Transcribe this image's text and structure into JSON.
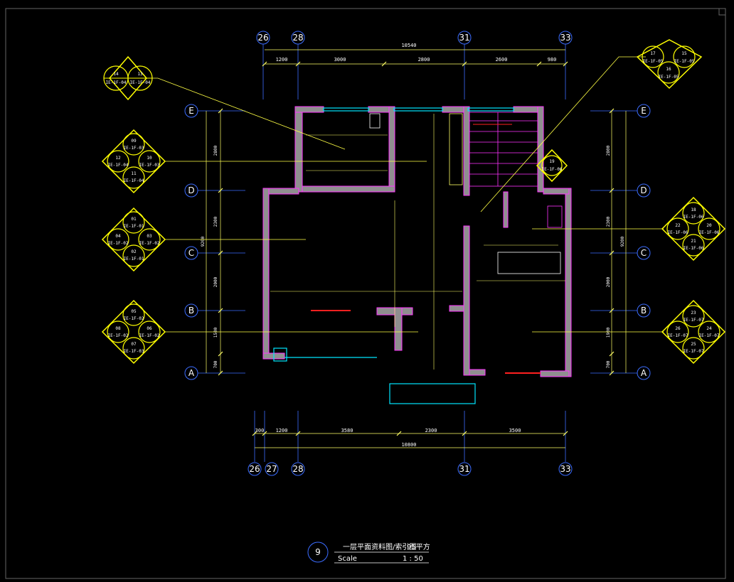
{
  "colors": {
    "wall": "#9a9a9a",
    "wall_edge": "#ff33ff",
    "dim": "#ffff66",
    "grid": "#3b6cff",
    "leader": "#ffff44",
    "tag": "#ffff00",
    "window": "#00e5ff"
  },
  "top_axes": [
    "26",
    "28",
    "31",
    "33"
  ],
  "bottom_axes": [
    "26",
    "27",
    "28",
    "31",
    "33"
  ],
  "left_axes": [
    "E",
    "D",
    "C",
    "B",
    "A"
  ],
  "right_axes": [
    "E",
    "D",
    "C",
    "B",
    "A"
  ],
  "dims": {
    "top_total": "10540",
    "top_segments": [
      "1200",
      "3000",
      "2800",
      "2600",
      "980"
    ],
    "bottom_total": "10800",
    "bottom_segments": [
      "300",
      "1200",
      "3580",
      "2300",
      "3500"
    ],
    "left_total": "9200",
    "left_segments": [
      "2800",
      "2300",
      "2000",
      "1500",
      "700"
    ],
    "right_total": "9200",
    "right_segments": [
      "2800",
      "2300",
      "2000",
      "1900",
      "700"
    ]
  },
  "tags": {
    "t_14_13": {
      "top": [
        "14",
        "13"
      ],
      "codes": [
        "IE-1F-04",
        "IE-1F-04"
      ]
    },
    "t_09": {
      "n": [
        "09",
        "12",
        "10",
        "11"
      ],
      "codes": [
        "IE-1F-03",
        "IE-1F-04",
        "IE-1F-03",
        "IE-1F-04"
      ]
    },
    "t_01": {
      "n": [
        "01",
        "04",
        "03",
        "02"
      ],
      "codes": [
        "IE-1F-01",
        "IE-1F-02",
        "IE-1F-02",
        "IE-1F-01"
      ]
    },
    "t_05": {
      "n": [
        "05",
        "08",
        "06",
        "07"
      ],
      "codes": [
        "IE-1F-02",
        "IE-1F-02",
        "IE-1F-02",
        "IE-1F-03"
      ]
    },
    "t_17": {
      "n": [
        "17",
        "15",
        "16"
      ],
      "codes": [
        "IE-1F-05",
        "IE-1F-05",
        "IE-1F-05"
      ]
    },
    "t_19": {
      "n": [
        "19"
      ],
      "codes": [
        "IE-1F-06"
      ]
    },
    "t_18": {
      "n": [
        "18",
        "22",
        "20",
        "21"
      ],
      "codes": [
        "IE-1F-06",
        "IE-1F-06",
        "IE-1F-06",
        "IE-1F-06"
      ]
    },
    "t_23": {
      "n": [
        "23",
        "26",
        "24",
        "25"
      ],
      "codes": [
        "IE-1F-07",
        "IE-1F-07",
        "IE-1F-07",
        "IE-1F-07"
      ]
    }
  },
  "title": {
    "number": "9",
    "name": "一层平面资料图/索引图",
    "area": "95平方",
    "scale_label": "Scale",
    "scale_value": "1 : 50"
  }
}
